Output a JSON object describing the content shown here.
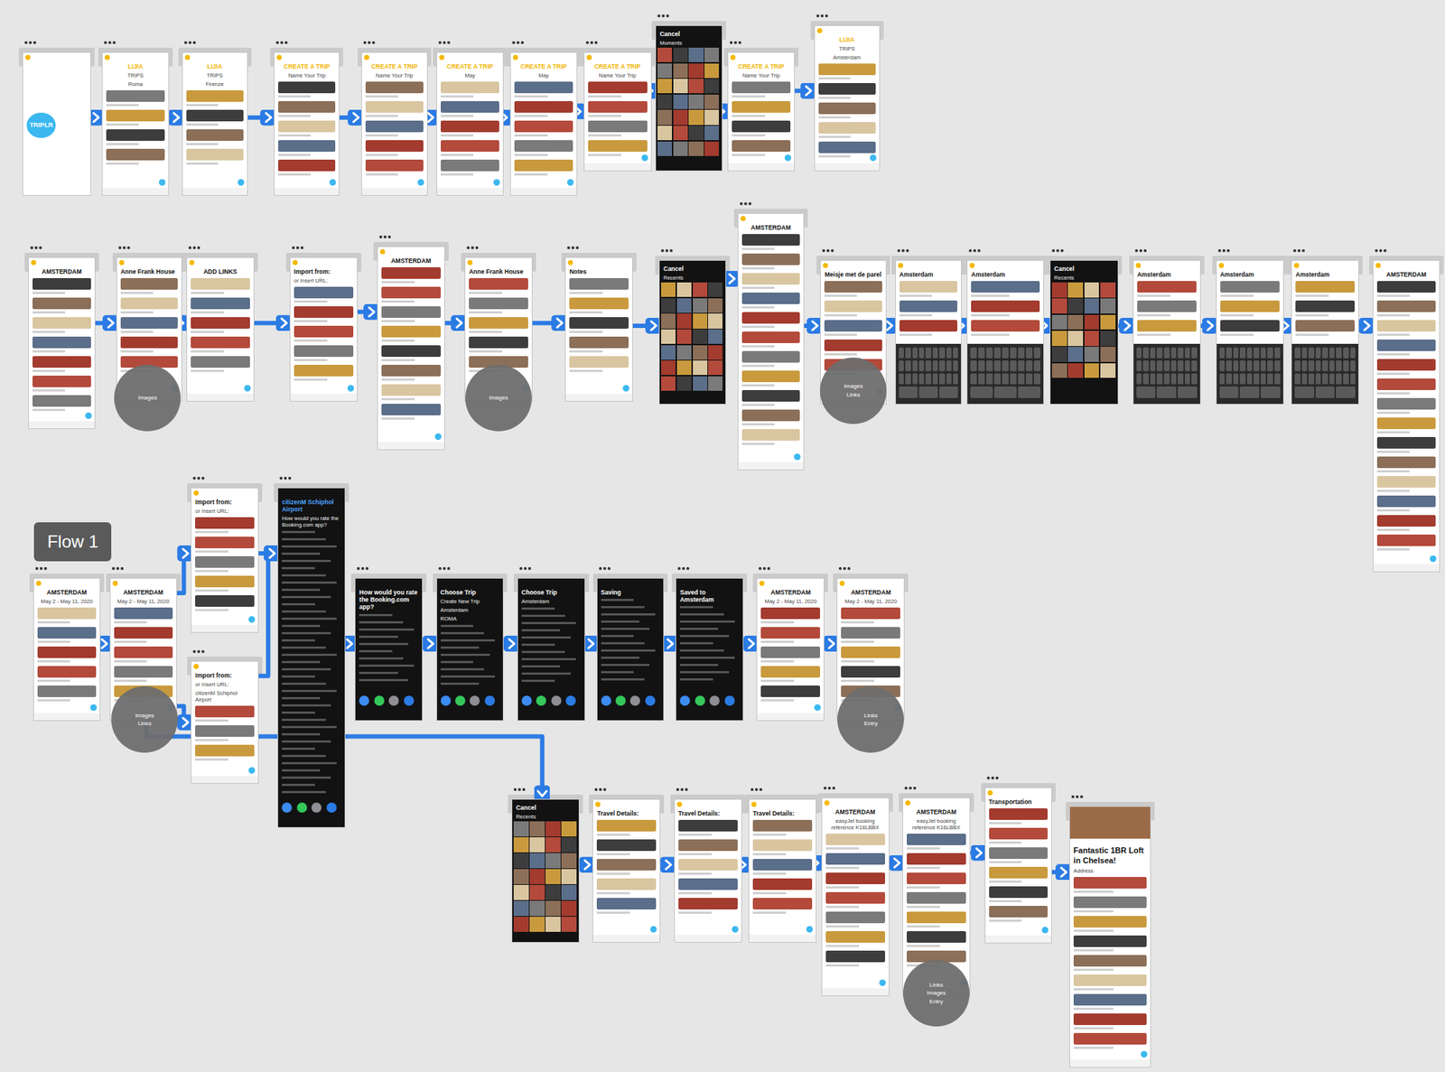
{
  "diagram": {
    "nodes": [
      {
        "text": [
          "TRIPLR"
        ]
      },
      {
        "text": [
          "LIJIA",
          "TRIPS",
          "Roma"
        ]
      },
      {
        "text": [
          "LIJIA",
          "TRIPS",
          "Firenze"
        ]
      },
      {
        "text": [
          "CREATE A TRIP",
          "Name Your Trip"
        ]
      },
      {
        "text": [
          "CREATE A TRIP",
          "Name Your Trip"
        ]
      },
      {
        "text": [
          "CREATE A TRIP",
          "May"
        ]
      },
      {
        "text": [
          "CREATE A TRIP",
          "May"
        ]
      },
      {
        "text": [
          "CREATE A TRIP",
          "Name Your Trip"
        ]
      },
      {
        "text": [
          "Cancel",
          "Moments"
        ]
      },
      {
        "text": [
          "CREATE A TRIP",
          "Name Your Trip"
        ]
      },
      {
        "text": [
          "LIJIA",
          "TRIPS",
          "Amsterdam"
        ]
      },
      {
        "text": [
          "AMSTERDAM"
        ]
      },
      {
        "text": [
          "Anne Frank House"
        ]
      },
      {
        "text": [
          "ADD LINKS"
        ]
      },
      {
        "text": [
          "Import from:",
          "or Insert URL:"
        ]
      },
      {
        "text": [
          "AMSTERDAM"
        ]
      },
      {
        "text": [
          "Anne Frank House"
        ]
      },
      {
        "text": [
          "Notes"
        ]
      },
      {
        "text": [
          "Cancel",
          "Recents"
        ]
      },
      {
        "text": [
          "AMSTERDAM"
        ]
      },
      {
        "text": [
          "Meisje met de parel"
        ]
      },
      {
        "text": [
          "Amsterdam"
        ]
      },
      {
        "text": [
          "Amsterdam"
        ]
      },
      {
        "text": [
          "Cancel",
          "Recents"
        ]
      },
      {
        "text": [
          "Amsterdam"
        ]
      },
      {
        "text": [
          "Amsterdam"
        ]
      },
      {
        "text": [
          "Amsterdam"
        ]
      },
      {
        "text": [
          "AMSTERDAM"
        ]
      },
      {
        "text": [
          "Flow 1"
        ]
      },
      {
        "text": [
          "AMSTERDAM",
          "May 2 - May 11, 2020"
        ]
      },
      {
        "text": [
          "AMSTERDAM",
          "May 2 - May 11, 2020"
        ]
      },
      {
        "text": [
          "Import from:",
          "or Insert URL:"
        ]
      },
      {
        "text": [
          "Import from:",
          "or Insert URL:",
          "citizenM Schiphol Airport"
        ]
      },
      {
        "text": [
          "citizenM Schiphol Airport",
          "How would you rate the Booking.com app?"
        ]
      },
      {
        "text": [
          "How would you rate the Booking.com app?"
        ]
      },
      {
        "text": [
          "Choose Trip",
          "Create New Trip",
          "Amsterdam",
          "ROMA"
        ]
      },
      {
        "text": [
          "Choose Trip",
          "Amsterdam"
        ]
      },
      {
        "text": [
          "Saving"
        ]
      },
      {
        "text": [
          "Saved to Amsterdam"
        ]
      },
      {
        "text": [
          "AMSTERDAM",
          "May 2 - May 11, 2020"
        ]
      },
      {
        "text": [
          "AMSTERDAM",
          "May 2 - May 11, 2020"
        ]
      },
      {
        "text": [
          "Cancel",
          "Recents"
        ]
      },
      {
        "text": [
          "Travel Details:"
        ]
      },
      {
        "text": [
          "Travel Details:"
        ]
      },
      {
        "text": [
          "Travel Details:"
        ]
      },
      {
        "text": [
          "AMSTERDAM",
          "easyJet booking reference K16LBBX"
        ]
      },
      {
        "text": [
          "AMSTERDAM",
          "easyJet booking reference K16LBBX"
        ]
      },
      {
        "text": [
          "Transportation"
        ]
      },
      {
        "text": [
          "Fantastic 1BR Loft in Chelsea!",
          "Address"
        ]
      },
      {
        "text": [
          "Images"
        ]
      },
      {
        "text": [
          "Images"
        ]
      },
      {
        "text": [
          "Images",
          "Links"
        ]
      },
      {
        "text": [
          "Images",
          "Links"
        ]
      },
      {
        "text": [
          "Links",
          "Entry"
        ]
      },
      {
        "text": [
          "Links",
          "Images",
          "Entry"
        ]
      }
    ],
    "edges": [
      {
        "from": 0,
        "to": 1,
        "arrow": "to"
      },
      {
        "from": 1,
        "to": 2,
        "arrow": "to"
      },
      {
        "from": 2,
        "to": 3,
        "arrow": "to"
      },
      {
        "from": 3,
        "to": 4,
        "arrow": "to"
      },
      {
        "from": 4,
        "to": 5,
        "arrow": "to"
      },
      {
        "from": 5,
        "to": 6,
        "arrow": "to"
      },
      {
        "from": 6,
        "to": 7,
        "arrow": "to"
      },
      {
        "from": 7,
        "to": 8,
        "arrow": "to"
      },
      {
        "from": 8,
        "to": 9,
        "arrow": "to"
      },
      {
        "from": 9,
        "to": 10,
        "arrow": "to"
      },
      {
        "from": 11,
        "to": 12,
        "arrow": "to"
      },
      {
        "from": 12,
        "to": 13,
        "arrow": "to"
      },
      {
        "from": 13,
        "to": 14,
        "arrow": "to"
      },
      {
        "from": 14,
        "to": 15,
        "arrow": "to"
      },
      {
        "from": 15,
        "to": 16,
        "arrow": "to"
      },
      {
        "from": 16,
        "to": 17,
        "arrow": "to"
      },
      {
        "from": 17,
        "to": 18,
        "arrow": "to"
      },
      {
        "from": 18,
        "to": 19,
        "arrow": "to"
      },
      {
        "from": 19,
        "to": 20,
        "arrow": "to"
      },
      {
        "from": 20,
        "to": 21,
        "arrow": "to"
      },
      {
        "from": 21,
        "to": 22,
        "arrow": "to"
      },
      {
        "from": 22,
        "to": 23,
        "arrow": "to"
      },
      {
        "from": 23,
        "to": 24,
        "arrow": "to"
      },
      {
        "from": 24,
        "to": 25,
        "arrow": "to"
      },
      {
        "from": 25,
        "to": 26,
        "arrow": "to"
      },
      {
        "from": 26,
        "to": 27,
        "arrow": "to"
      },
      {
        "from": 29,
        "to": 30,
        "arrow": "to"
      },
      {
        "from": 30,
        "to": 31,
        "arrow": "to"
      },
      {
        "from": 30,
        "to": 32,
        "arrow": "to"
      },
      {
        "from": 31,
        "to": 33,
        "arrow": "to"
      },
      {
        "from": 32,
        "to": 33,
        "arrow": "to"
      },
      {
        "from": 33,
        "to": 34,
        "arrow": "to"
      },
      {
        "from": 34,
        "to": 35,
        "arrow": "to"
      },
      {
        "from": 35,
        "to": 36,
        "arrow": "to"
      },
      {
        "from": 36,
        "to": 37,
        "arrow": "to"
      },
      {
        "from": 37,
        "to": 38,
        "arrow": "to"
      },
      {
        "from": 38,
        "to": 39,
        "arrow": "to"
      },
      {
        "from": 39,
        "to": 40,
        "arrow": "to"
      },
      {
        "from": 30,
        "to": 41,
        "arrow": "to"
      },
      {
        "from": 41,
        "to": 42,
        "arrow": "to"
      },
      {
        "from": 42,
        "to": 43,
        "arrow": "to"
      },
      {
        "from": 43,
        "to": 44,
        "arrow": "to"
      },
      {
        "from": 44,
        "to": 45,
        "arrow": "to"
      },
      {
        "from": 45,
        "to": 46,
        "arrow": "to"
      },
      {
        "from": 46,
        "to": 47,
        "arrow": "to"
      },
      {
        "from": 47,
        "to": 48,
        "arrow": "to"
      }
    ]
  }
}
